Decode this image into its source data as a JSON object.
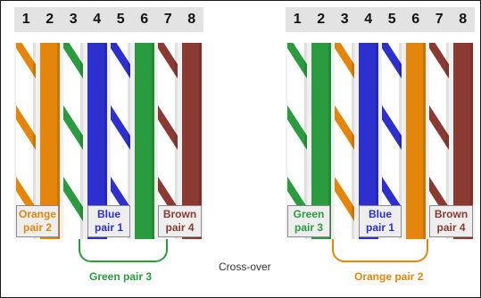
{
  "colors": {
    "orange": "#e3860b",
    "green": "#2b9b3f",
    "blue": "#2d2fcf",
    "brown": "#8b3a33",
    "white_stripe": "#ffffff"
  },
  "pins": [
    "1",
    "2",
    "3",
    "4",
    "5",
    "6",
    "7",
    "8"
  ],
  "left": {
    "wires": [
      "orange-white",
      "orange",
      "green-white",
      "blue",
      "blue-white",
      "green",
      "brown-white",
      "brown"
    ],
    "labels": [
      {
        "line1": "Orange",
        "line2": "pair 2",
        "color": "orange"
      },
      {
        "line1": "Blue",
        "line2": "pair 1",
        "color": "blue"
      },
      {
        "line1": "Brown",
        "line2": "pair 4",
        "color": "brown"
      }
    ],
    "bracket_caption": "Green pair 3",
    "bracket_color": "green"
  },
  "right": {
    "wires": [
      "green-white",
      "green",
      "orange-white",
      "blue",
      "blue-white",
      "orange",
      "brown-white",
      "brown"
    ],
    "labels": [
      {
        "line1": "Green",
        "line2": "pair 3",
        "color": "green"
      },
      {
        "line1": "Blue",
        "line2": "pair 1",
        "color": "blue"
      },
      {
        "line1": "Brown",
        "line2": "pair 4",
        "color": "brown"
      }
    ],
    "bracket_caption": "Orange pair 2",
    "bracket_color": "orange"
  },
  "crossover_label": "Cross-over"
}
